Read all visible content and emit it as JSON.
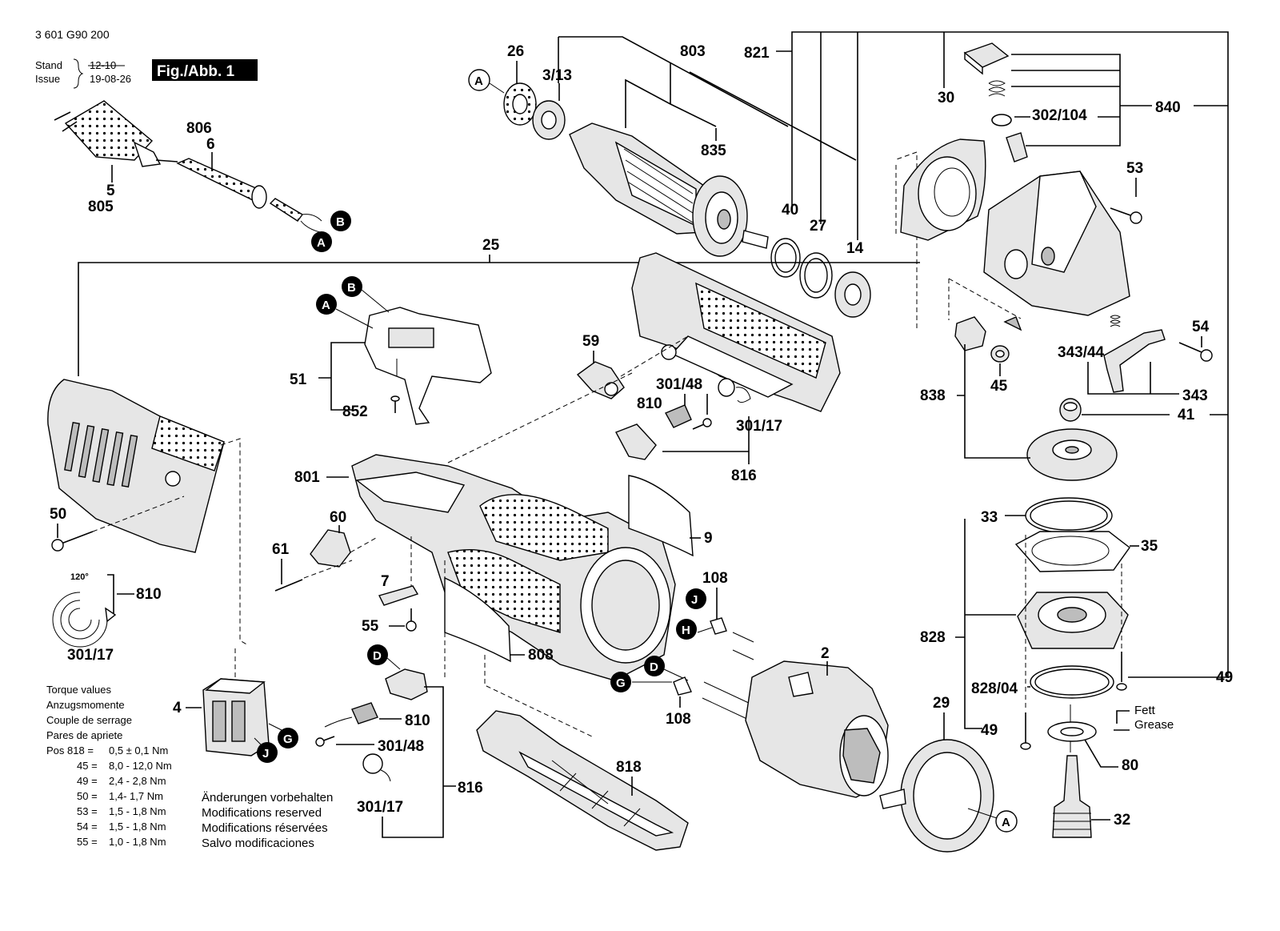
{
  "header": {
    "doc_number": "3 601 G90 200",
    "stand_label": "Stand",
    "issue_label": "Issue",
    "stand_value": "12-10",
    "issue_value": "19-08-26",
    "figure_label": "Fig./Abb. 1"
  },
  "labels": {
    "p26": "26",
    "p3_13": "3/13",
    "p803": "803",
    "p821": "821",
    "p30": "30",
    "p302_104": "302/104",
    "p840": "840",
    "p53": "53",
    "p835": "835",
    "p40": "40",
    "p27": "27",
    "p14": "14",
    "p806": "806",
    "p6": "6",
    "p5": "5",
    "p805": "805",
    "p25": "25",
    "p51": "51",
    "p852": "852",
    "p59": "59",
    "p301_48a": "301/48",
    "p810a": "810",
    "p301_17a": "301/17",
    "p816a": "816",
    "p54": "54",
    "p343_44": "343/44",
    "p343": "343",
    "p838": "838",
    "p45": "45",
    "p41": "41",
    "p801": "801",
    "p50": "50",
    "p60": "60",
    "p61": "61",
    "p9": "9",
    "p33": "33",
    "p35": "35",
    "p810b": "810",
    "p301_17b": "301/17",
    "p7": "7",
    "p55": "55",
    "p108a": "108",
    "p808": "808",
    "p2": "2",
    "p828": "828",
    "p828_04": "828/04",
    "p49a": "49",
    "p49b": "49",
    "p4": "4",
    "p810c": "810",
    "p301_48b": "301/48",
    "p301_17c": "301/17",
    "p816b": "816",
    "p818": "818",
    "p108b": "108",
    "p29": "29",
    "p80": "80",
    "p32": "32",
    "angle": "120°",
    "fett": "Fett",
    "grease": "Grease"
  },
  "connectors": {
    "A": "A",
    "B": "B",
    "D": "D",
    "G": "G",
    "H": "H",
    "J": "J"
  },
  "torque": {
    "titles": [
      "Torque values",
      "Anzugsmomente",
      "Couple de serrage",
      "Pares de apriete"
    ],
    "rows": [
      {
        "pos": "Pos 818 =",
        "value": "0,5 ± 0,1 Nm"
      },
      {
        "pos": "45 =",
        "value": "8,0 - 12,0 Nm"
      },
      {
        "pos": "49 =",
        "value": "2,4 - 2,8 Nm"
      },
      {
        "pos": "50 =",
        "value": "1,4- 1,7 Nm"
      },
      {
        "pos": "53 =",
        "value": "1,5 - 1,8 Nm"
      },
      {
        "pos": "54 =",
        "value": "1,5 - 1,8 Nm"
      },
      {
        "pos": "55 =",
        "value": "1,0 - 1,8 Nm"
      }
    ]
  },
  "disclaimer": [
    "Änderungen vorbehalten",
    "Modifications reserved",
    "Modifications réservées",
    "Salvo modificaciones"
  ]
}
